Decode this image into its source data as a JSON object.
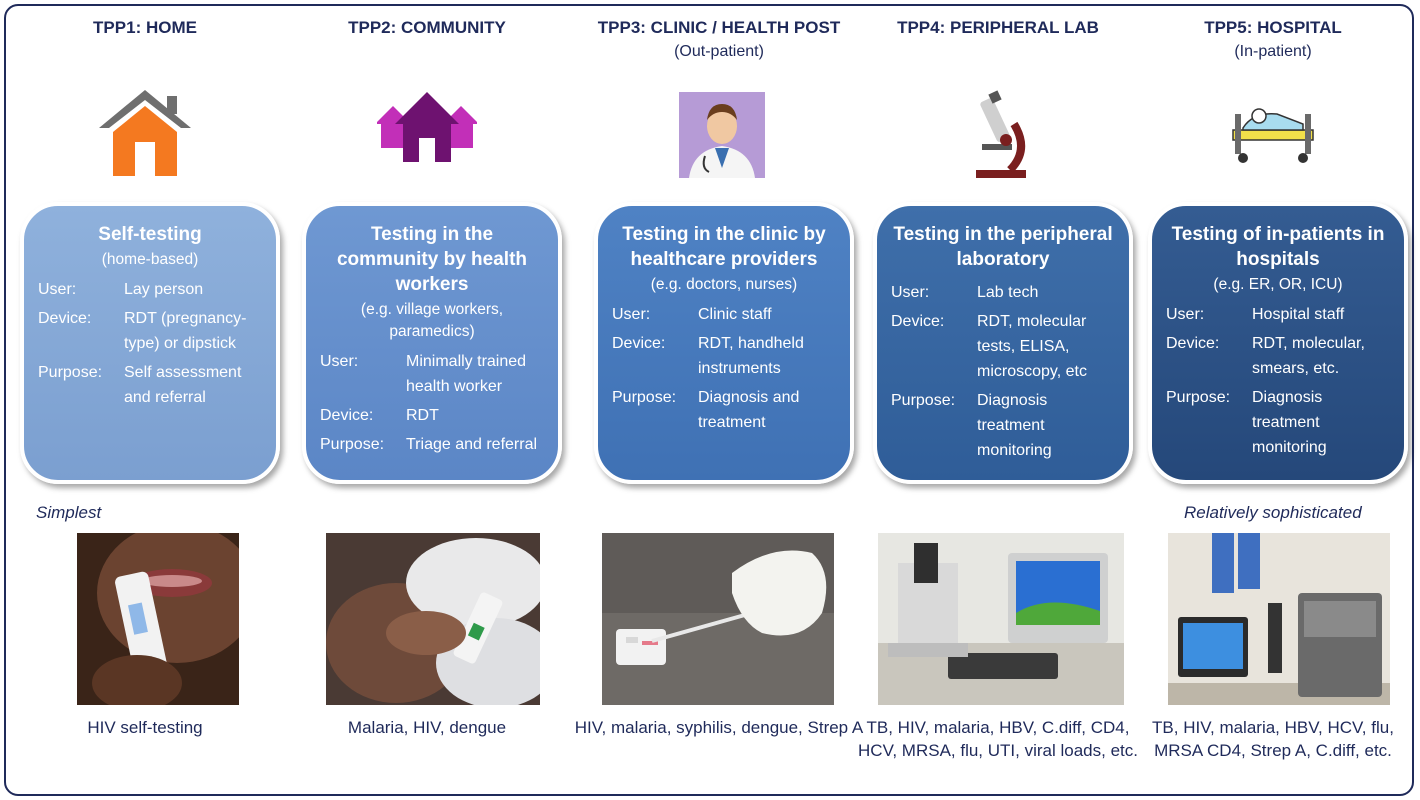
{
  "columns": [
    {
      "title": "TPP1: HOME",
      "subtitle": "",
      "icon": "house-icon",
      "heading": "Self-testing",
      "sub": "(home-based)",
      "rows": [
        {
          "k": "User:",
          "v": "Lay person"
        },
        {
          "k": "Device:",
          "v": "RDT (pregnancy-type) or dipstick"
        },
        {
          "k": "Purpose:",
          "v": "Self assessment and referral"
        }
      ],
      "photo": "hiv-self-test-photo",
      "caption": "HIV self-testing"
    },
    {
      "title": "TPP2: COMMUNITY",
      "subtitle": "",
      "icon": "community-houses-icon",
      "heading": "Testing in the community by health workers",
      "sub": "(e.g. village workers, paramedics)",
      "rows": [
        {
          "k": "User:",
          "v": "Minimally trained health worker"
        },
        {
          "k": "Device:",
          "v": "RDT"
        },
        {
          "k": "Purpose:",
          "v": "Triage and referral"
        }
      ],
      "photo": "finger-prick-photo",
      "caption": "Malaria, HIV, dengue"
    },
    {
      "title": "TPP3: CLINIC / HEALTH POST",
      "subtitle": "(Out-patient)",
      "icon": "doctor-icon",
      "heading": "Testing in the clinic by healthcare providers",
      "sub": "(e.g. doctors, nurses)",
      "rows": [
        {
          "k": "User:",
          "v": "Clinic staff"
        },
        {
          "k": "Device:",
          "v": "RDT, handheld instruments"
        },
        {
          "k": "Purpose:",
          "v": "Diagnosis and treatment"
        }
      ],
      "photo": "rdt-cassette-photo",
      "caption": "HIV, malaria, syphilis, dengue, Strep A"
    },
    {
      "title": "TPP4: PERIPHERAL LAB",
      "subtitle": "",
      "icon": "microscope-icon",
      "heading": "Testing in the peripheral laboratory",
      "sub": "",
      "rows": [
        {
          "k": "User:",
          "v": "Lab tech"
        },
        {
          "k": "Device:",
          "v": "RDT, molecular tests, ELISA, microscopy, etc"
        },
        {
          "k": "Purpose:",
          "v": "Diagnosis treatment monitoring"
        }
      ],
      "photo": "lab-bench-photo",
      "caption": "TB, HIV, malaria, HBV, C.diff, CD4, HCV, MRSA, flu, UTI, viral loads, etc."
    },
    {
      "title": "TPP5: HOSPITAL",
      "subtitle": "(In-patient)",
      "icon": "hospital-bed-icon",
      "heading": "Testing of in-patients in hospitals",
      "sub": "(e.g. ER, OR, ICU)",
      "rows": [
        {
          "k": "User:",
          "v": "Hospital staff"
        },
        {
          "k": "Device:",
          "v": "RDT, molecular, smears, etc."
        },
        {
          "k": "Purpose:",
          "v": "Diagnosis treatment monitoring"
        }
      ],
      "photo": "hospital-analyzer-photo",
      "caption": "TB, HIV, malaria, HBV, HCV, flu, MRSA CD4, Strep A, C.diff, etc."
    }
  ],
  "scale": {
    "left": "Simplest",
    "right": "Relatively sophisticated"
  }
}
